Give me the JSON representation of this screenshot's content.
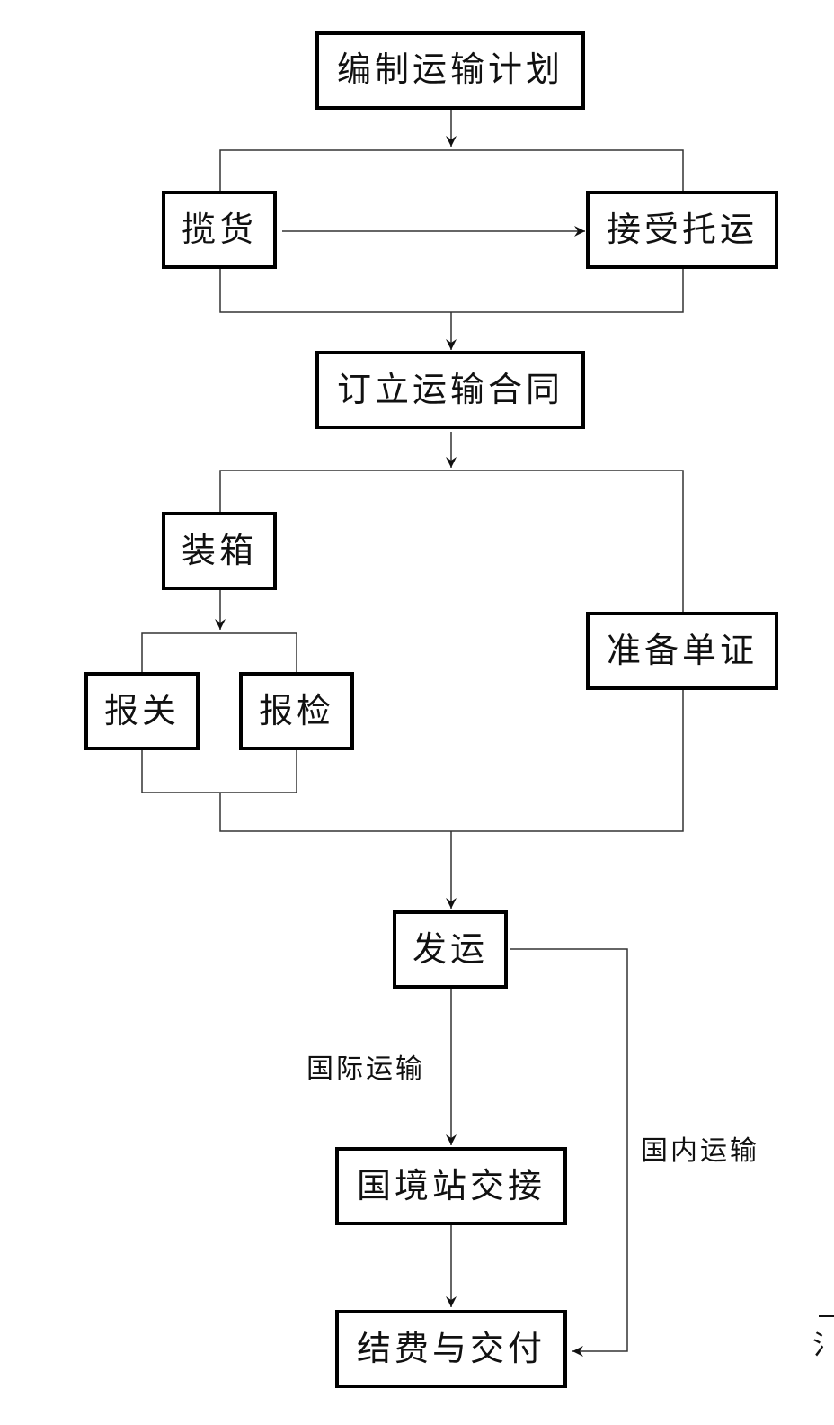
{
  "nodes": {
    "plan": "编制运输计划",
    "solicit": "揽货",
    "accept": "接受托运",
    "contract": "订立运输合同",
    "stuffing": "装箱",
    "customs": "报关",
    "inspection": "报检",
    "documents": "准备单证",
    "dispatch": "发运",
    "border": "国境站交接",
    "settlement": "结费与交付"
  },
  "edge_labels": {
    "international": "国际运输",
    "domestic": "国内运输"
  },
  "page_fragment": "氵",
  "colors": {
    "box_border": "#000000",
    "connector": "#333333",
    "text": "#111111",
    "background": "#ffffff"
  }
}
